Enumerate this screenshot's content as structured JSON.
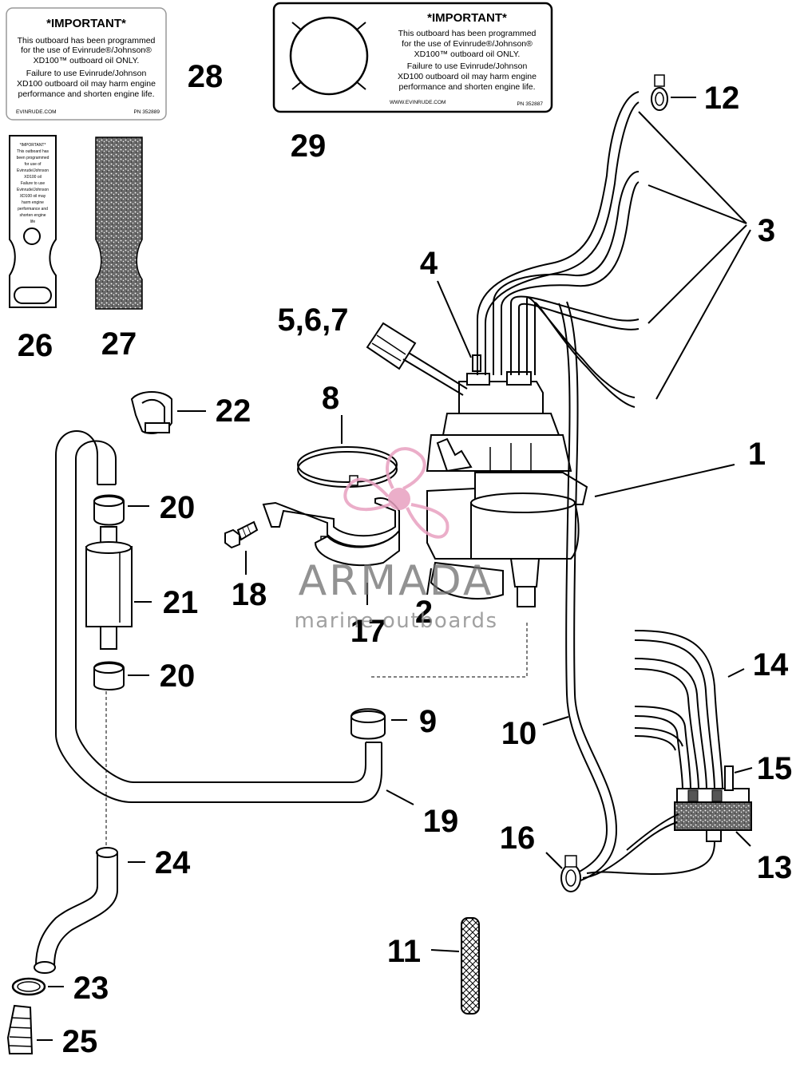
{
  "decal_28": {
    "heading": "*IMPORTANT*",
    "lines": [
      "This outboard has been programmed",
      "for the use of Evinrude®/Johnson®",
      "XD100™ outboard oil ONLY.",
      "Failure to use Evinrude/Johnson",
      "XD100 outboard oil may harm engine",
      "performance and shorten engine life."
    ],
    "website": "EVINRUDE.COM",
    "part_no": "PN 352889"
  },
  "decal_29": {
    "heading": "*IMPORTANT*",
    "lines": [
      "This outboard has been programmed",
      "for the use of Evinrude®/Johnson®",
      "XD100™ outboard oil ONLY.",
      "Failure to use Evinrude/Johnson",
      "XD100 outboard oil may harm engine",
      "performance and shorten engine life."
    ],
    "website": "WWW.EVINRUDE.COM",
    "part_no": "PN 352887"
  },
  "decal_26": {
    "lines": [
      "*IMPORTANT*",
      "This outboard has",
      "been programmed",
      "for use of",
      "Evinrude/Johnson",
      "XD100 oil",
      "Failure to use",
      "Evinrude/Johnson",
      "XD100 oil may",
      "harm engine",
      "performance and",
      "shorten engine",
      "life"
    ]
  },
  "callouts": {
    "c1": "1",
    "c2": "2",
    "c3": "3",
    "c4": "4",
    "c567": "5,6,7",
    "c8": "8",
    "c9": "9",
    "c10": "10",
    "c11": "11",
    "c12": "12",
    "c13": "13",
    "c14": "14",
    "c15": "15",
    "c16": "16",
    "c17": "17",
    "c18": "18",
    "c19": "19",
    "c20a": "20",
    "c20b": "20",
    "c21": "21",
    "c22": "22",
    "c23": "23",
    "c24": "24",
    "c25": "25",
    "c26": "26",
    "c27": "27",
    "c28": "28",
    "c29": "29"
  },
  "watermark": {
    "brand": "ARMADA",
    "tagline": "marine outboards",
    "logo_color": "#e8a0c0",
    "text_color": "#6e6e6e"
  }
}
